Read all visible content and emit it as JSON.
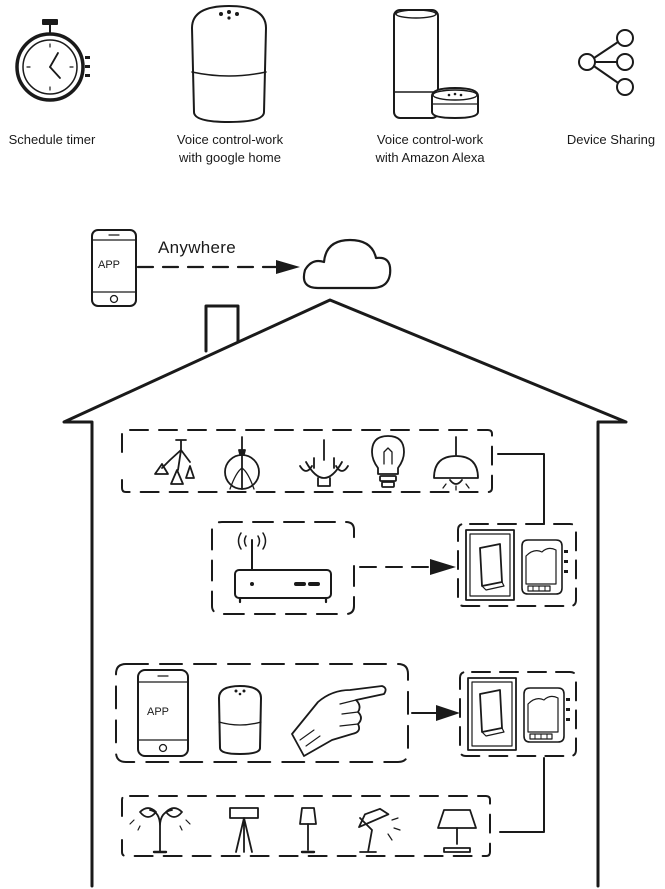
{
  "features": [
    {
      "id": "schedule",
      "lines": [
        "Schedule timer"
      ],
      "icon": "stopwatch-icon"
    },
    {
      "id": "google",
      "lines": [
        "Voice control-work",
        "with google home"
      ],
      "icon": "google-home-speaker-icon"
    },
    {
      "id": "alexa",
      "lines": [
        "Voice control-work",
        "with Amazon Alexa"
      ],
      "icon": "amazon-echo-icon"
    },
    {
      "id": "share",
      "lines": [
        "Device Sharing"
      ],
      "icon": "share-icon"
    }
  ],
  "connection": {
    "label": "Anywhere"
  },
  "phone": {
    "screen_text": "APP"
  },
  "controls_phone": {
    "screen_text": "APP"
  },
  "colors": {
    "stroke": "#1a1a1a",
    "background": "#ffffff"
  }
}
